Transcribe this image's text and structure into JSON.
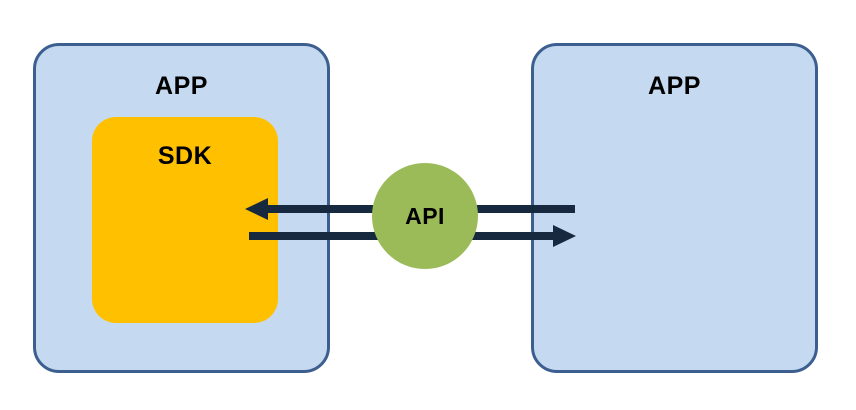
{
  "diagram": {
    "title": "APP SDK API integration diagram",
    "background_color": "#ffffff",
    "nodes": {
      "app_left": {
        "label": "APP",
        "fill": "#c5d9f1",
        "stroke": "#3c5f8f",
        "shape": "rounded-rectangle"
      },
      "sdk": {
        "label": "SDK",
        "fill": "#ffc000",
        "stroke": "none",
        "shape": "rounded-rectangle"
      },
      "api": {
        "label": "API",
        "fill": "#9bbb59",
        "stroke": "none",
        "shape": "circle"
      },
      "app_right": {
        "label": "APP",
        "fill": "#c5d9f1",
        "stroke": "#3c5f8f",
        "shape": "rounded-rectangle"
      }
    },
    "connectors": [
      {
        "name": "response-arrow",
        "direction": "right-to-left",
        "from": "app_right",
        "to": "sdk",
        "color": "#16293f",
        "arrowhead": "left"
      },
      {
        "name": "request-arrow",
        "direction": "left-to-right",
        "from": "sdk",
        "to": "app_right",
        "color": "#16293f",
        "arrowhead": "right"
      }
    ]
  }
}
